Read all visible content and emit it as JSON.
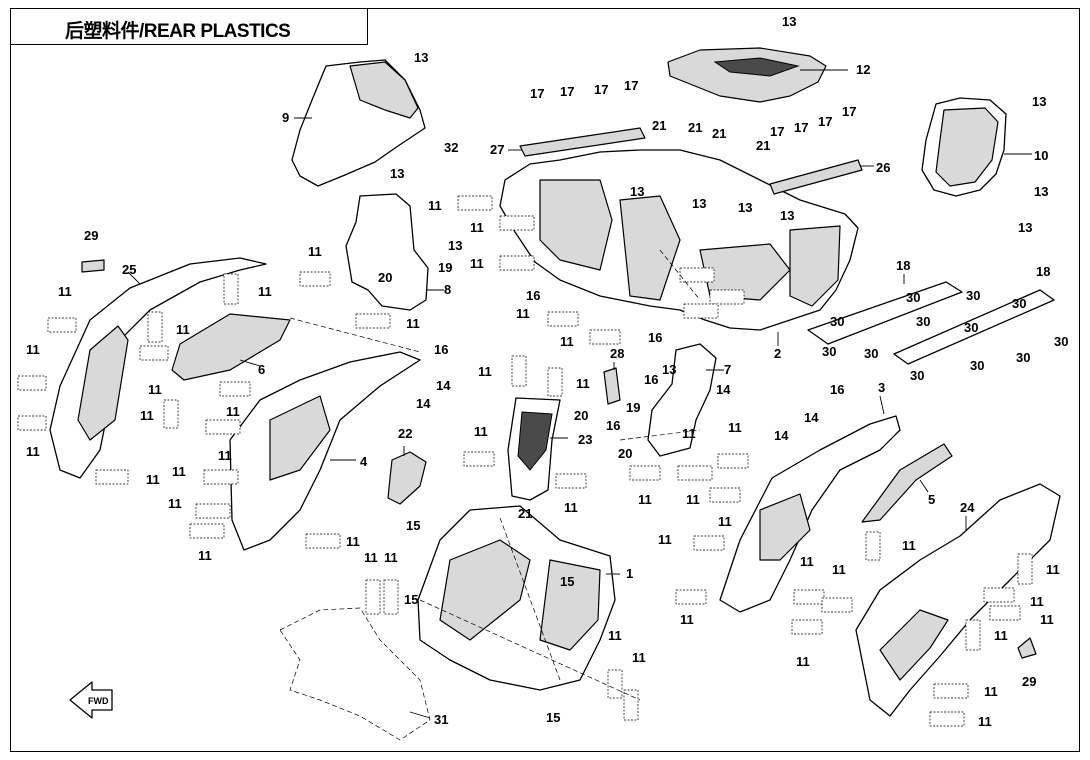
{
  "title": "后塑料件/REAR PLASTICS",
  "fwd_label": "FWD",
  "callouts": [
    "1",
    "2",
    "3",
    "4",
    "5",
    "6",
    "7",
    "8",
    "9",
    "10",
    "11",
    "12",
    "13",
    "14",
    "15",
    "16",
    "17",
    "18",
    "19",
    "20",
    "21",
    "22",
    "23",
    "24",
    "25",
    "26",
    "27",
    "28",
    "29",
    "30",
    "31",
    "32"
  ],
  "colors": {
    "line": "#000000",
    "shade": "#d9d9d9",
    "dark": "#4a4a4a"
  }
}
